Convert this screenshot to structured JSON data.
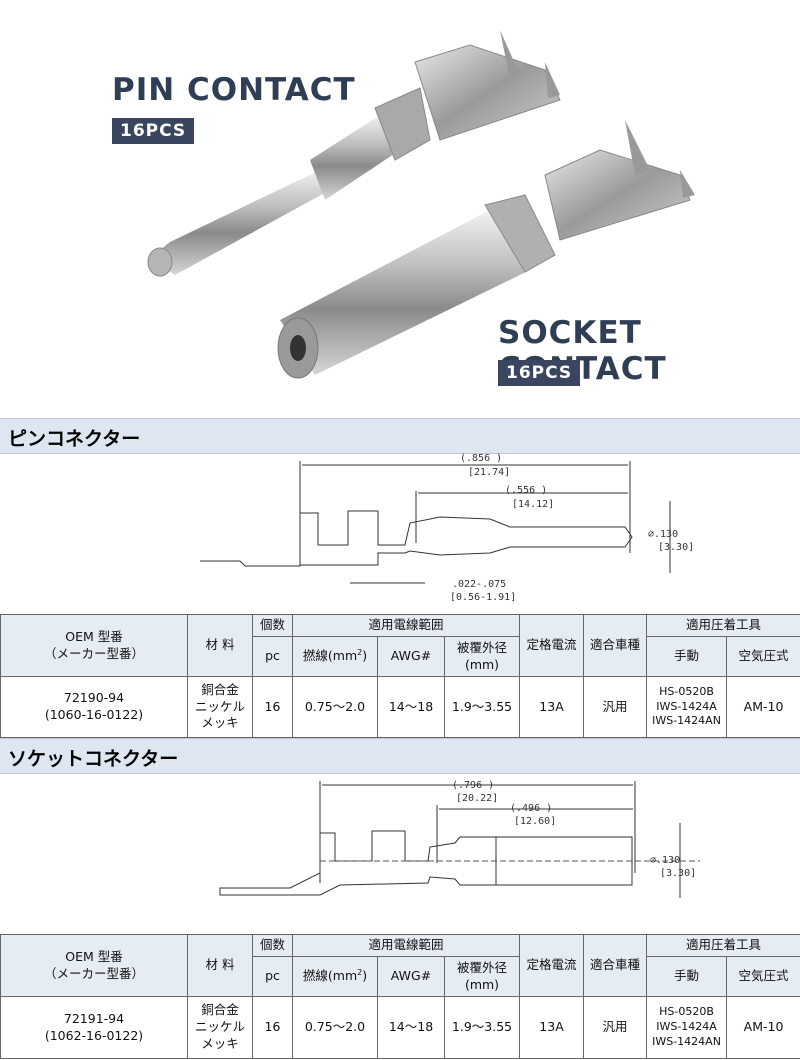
{
  "hero": {
    "pin_title": "PIN CONTACT",
    "pin_badge": "16PCS",
    "socket_title": "SOCKET CONTACT",
    "socket_badge": "16PCS"
  },
  "pin_section": {
    "heading": "ピンコネクター",
    "dims": {
      "overall_in": "(.856      )",
      "overall_mm": "[21.74]",
      "pin_in": "(.556      )",
      "pin_mm": "[14.12]",
      "dia_in": "∅.130",
      "dia_mm": "[3.30]",
      "strip_in": ".022-.075",
      "strip_mm": "[0.56-1.91]"
    },
    "table": {
      "oem_label": "OEM 型番",
      "oem_sub": "（メーカー型番）",
      "material_label": "材 料",
      "qty_label": "個数",
      "qty_unit": "pc",
      "wire_range_label": "適用電線範囲",
      "strand_label": "撚線(mm",
      "strand_sup": "2",
      "strand_end": ")",
      "awg_label": "AWG#",
      "insulation_label": "被覆外径",
      "insulation_unit": "(mm)",
      "current_label": "定格電流",
      "vehicle_label": "適合車種",
      "tool_label": "適用圧着工具",
      "manual_label": "手動",
      "air_label": "空気圧式",
      "part_no": "72190-94",
      "part_no_sub": "(1060-16-0122)",
      "material_1": "銅合金",
      "material_2": "ニッケル",
      "material_3": "メッキ",
      "qty": "16",
      "strand": "0.75～2.0",
      "awg": "14～18",
      "insulation": "1.9～3.55",
      "current": "13A",
      "vehicle": "汎用",
      "manual_1": "HS-0520B",
      "manual_2": "IWS-1424A",
      "manual_3": "IWS-1424AN",
      "air": "AM-10"
    }
  },
  "socket_section": {
    "heading": "ソケットコネクター",
    "dims": {
      "overall_in": "(.796      )",
      "overall_mm": "[20.22]",
      "barrel_in": "(.496      )",
      "barrel_mm": "[12.60]",
      "dia_in": "∅.130",
      "dia_mm": "[3.30]"
    },
    "table": {
      "oem_label": "OEM 型番",
      "oem_sub": "（メーカー型番）",
      "material_label": "材 料",
      "qty_label": "個数",
      "qty_unit": "pc",
      "wire_range_label": "適用電線範囲",
      "strand_label": "撚線(mm",
      "strand_sup": "2",
      "strand_end": ")",
      "awg_label": "AWG#",
      "insulation_label": "被覆外径",
      "insulation_unit": "(mm)",
      "current_label": "定格電流",
      "vehicle_label": "適合車種",
      "tool_label": "適用圧着工具",
      "manual_label": "手動",
      "air_label": "空気圧式",
      "part_no": "72191-94",
      "part_no_sub": "(1062-16-0122)",
      "material_1": "銅合金",
      "material_2": "ニッケル",
      "material_3": "メッキ",
      "qty": "16",
      "strand": "0.75～2.0",
      "awg": "14～18",
      "insulation": "1.9～3.55",
      "current": "13A",
      "vehicle": "汎用",
      "manual_1": "HS-0520B",
      "manual_2": "IWS-1424A",
      "manual_3": "IWS-1424AN",
      "air": "AM-10"
    }
  }
}
